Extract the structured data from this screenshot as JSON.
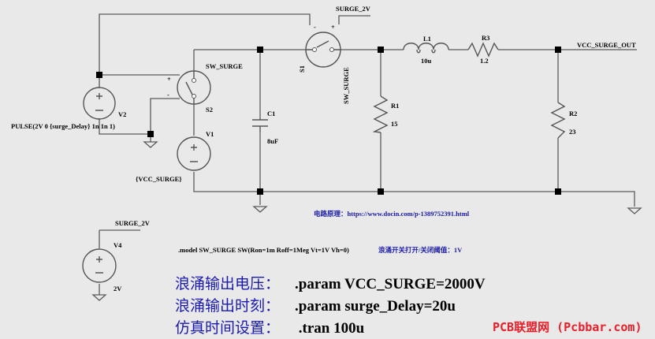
{
  "labels": {
    "surge_top": "SURGE_2V",
    "sw_surge": "SW_SURGE",
    "s1": "S1",
    "s1_model": "SW_SURGE",
    "s2": "S2",
    "v2": "V2",
    "pulse": "PULSE(2V 0 {surge_Delay} 1n 1n 1)",
    "c1": "C1",
    "c1_val": "8uF",
    "v1": "V1",
    "vcc_surge": "{VCC_SURGE}",
    "r1": "R1",
    "r1_val": "15",
    "l1": "L1",
    "l1_val": "10u",
    "r3": "R3",
    "r3_val": "1.2",
    "vcc_out": "VCC_SURGE_OUT",
    "r2": "R2",
    "r2_val": "23",
    "surge_v4": "SURGE_2V",
    "v4": "V4",
    "v4_val": "2V",
    "plus": "+",
    "minus": "-"
  },
  "notes": {
    "circuit_src": "电路原理：https://www.docin.com/p-1389752391.html",
    "model_line": ".model SW_SURGE  SW(Ron=1m Roff=1Meg Vt=1V Vh=0)",
    "model_comment": "浪涌开关打开/关闭阈值：1V"
  },
  "params": [
    {
      "cn": "浪涌输出电压：",
      "cmd": ".param VCC_SURGE=2000V"
    },
    {
      "cn": "浪涌输出时刻：",
      "cmd": ".param surge_Delay=20u"
    },
    {
      "cn": "仿真时间设置：",
      "cmd": " .tran 100u"
    }
  ],
  "watermark": "PCB联盟网 (Pcbbar.com)",
  "colors": {
    "wire": "#5b5b5b",
    "note": "#1a1aa8",
    "watermark": "#e8202a",
    "background": "#e9e9e9"
  }
}
